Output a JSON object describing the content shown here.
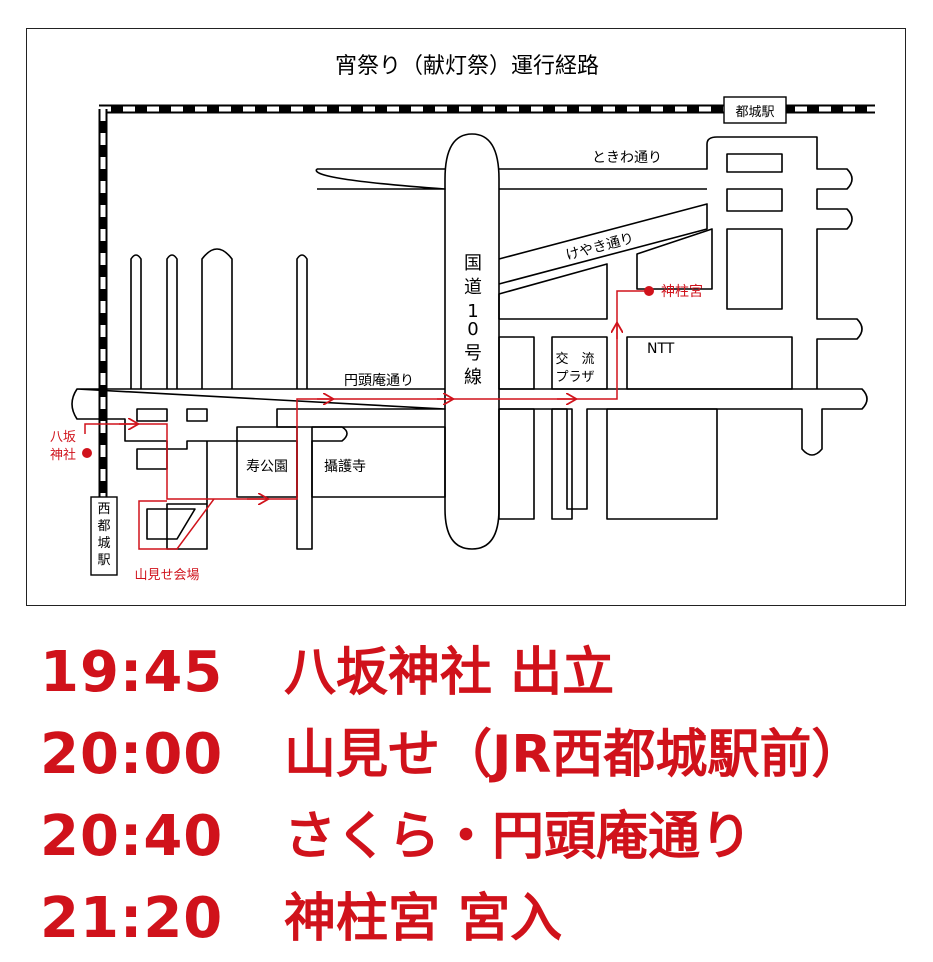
{
  "map": {
    "title": "宵祭り（献灯祭）運行経路",
    "colors": {
      "route": "#d0121b",
      "road": "#000000",
      "schedule": "#d0121b"
    },
    "stations": {
      "miyakonojo": "都城駅",
      "nishi_miyakonojo": [
        "西",
        "都",
        "城",
        "駅"
      ]
    },
    "roads": {
      "tokiwa": "ときわ通り",
      "keyaki": "けやき通り",
      "national_route": [
        "国",
        "道",
        "1",
        "0",
        "号",
        "線"
      ],
      "enzuan": "円頭庵通り"
    },
    "places": {
      "hachisaka": [
        "八坂",
        "神社"
      ],
      "jinchugu": "神柱宮",
      "kotobuki_park": "寿公園",
      "setsugoji": "攝護寺",
      "koryu_plaza": [
        "交　流",
        "プラザ"
      ],
      "ntt": "NTT",
      "yamami_venue": "山見せ会場"
    }
  },
  "schedule": [
    {
      "time": "19:45",
      "event": "八坂神社 出立"
    },
    {
      "time": "20:00",
      "event": "山見せ（JR西都城駅前）"
    },
    {
      "time": "20:40",
      "event": "さくら・円頭庵通り"
    },
    {
      "time": "21:20",
      "event": "神柱宮 宮入"
    }
  ]
}
